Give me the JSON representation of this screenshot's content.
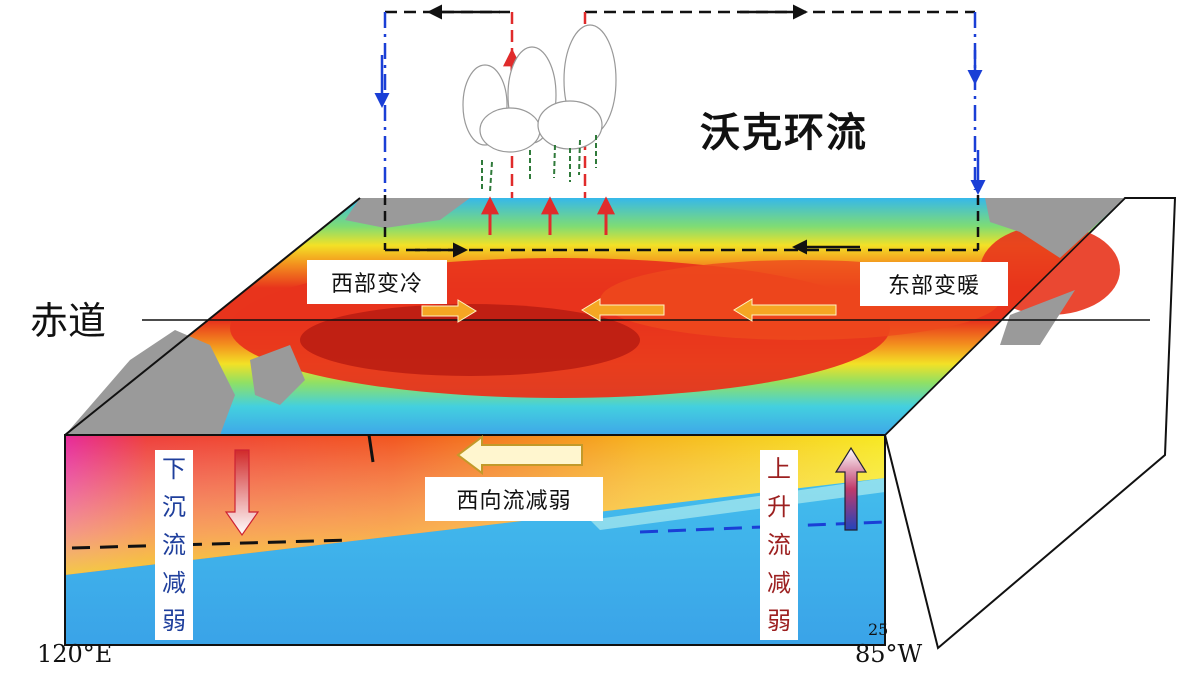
{
  "title": "沃克环流",
  "equator_label": "赤道",
  "west_label": "西部变冷",
  "east_label": "东部变暖",
  "westward_current_label": "西向流减弱",
  "downwelling_label": "下\n沉\n流\n减\n弱",
  "upwelling_label": "上\n升\n流\n减\n弱",
  "coord_left": "120°E",
  "coord_right": "85°W",
  "coord_small": "25",
  "colors": {
    "warm_core": "#b81c12",
    "warm": "#e8341c",
    "orange": "#f3911e",
    "yellow": "#f6e21f",
    "green": "#9be05a",
    "cyan": "#3fd0e8",
    "ocean_blue": "#3ea7e8",
    "land": "#9a9a9a",
    "down_text": "#1f3f9c",
    "up_text": "#9c1f1f"
  }
}
